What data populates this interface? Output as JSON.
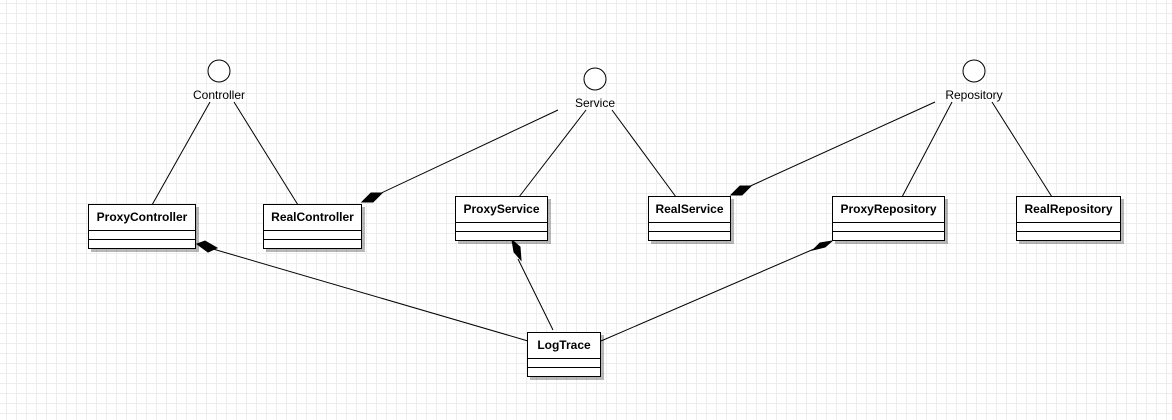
{
  "interfaces": [
    {
      "id": "controller",
      "label": "Controller"
    },
    {
      "id": "service",
      "label": "Service"
    },
    {
      "id": "repository",
      "label": "Repository"
    }
  ],
  "classes": [
    {
      "id": "proxy-controller",
      "label": "ProxyController"
    },
    {
      "id": "real-controller",
      "label": "RealController"
    },
    {
      "id": "proxy-service",
      "label": "ProxyService"
    },
    {
      "id": "real-service",
      "label": "RealService"
    },
    {
      "id": "proxy-repository",
      "label": "ProxyRepository"
    },
    {
      "id": "real-repository",
      "label": "RealRepository"
    },
    {
      "id": "log-trace",
      "label": "LogTrace"
    }
  ],
  "relations": [
    {
      "type": "realization",
      "from": "proxy-controller",
      "to": "controller"
    },
    {
      "type": "realization",
      "from": "real-controller",
      "to": "controller"
    },
    {
      "type": "realization",
      "from": "proxy-service",
      "to": "service"
    },
    {
      "type": "realization",
      "from": "real-service",
      "to": "service"
    },
    {
      "type": "realization",
      "from": "proxy-repository",
      "to": "repository"
    },
    {
      "type": "realization",
      "from": "real-repository",
      "to": "repository"
    },
    {
      "type": "composition",
      "whole": "real-controller",
      "part": "service"
    },
    {
      "type": "composition",
      "whole": "real-service",
      "part": "repository"
    },
    {
      "type": "composition",
      "whole": "proxy-controller",
      "part": "log-trace"
    },
    {
      "type": "composition",
      "whole": "proxy-service",
      "part": "log-trace"
    },
    {
      "type": "composition",
      "whole": "proxy-repository",
      "part": "log-trace"
    }
  ],
  "colors": {
    "line": "#000000",
    "box_fill": "#ffffff",
    "grid": "#ededed"
  }
}
